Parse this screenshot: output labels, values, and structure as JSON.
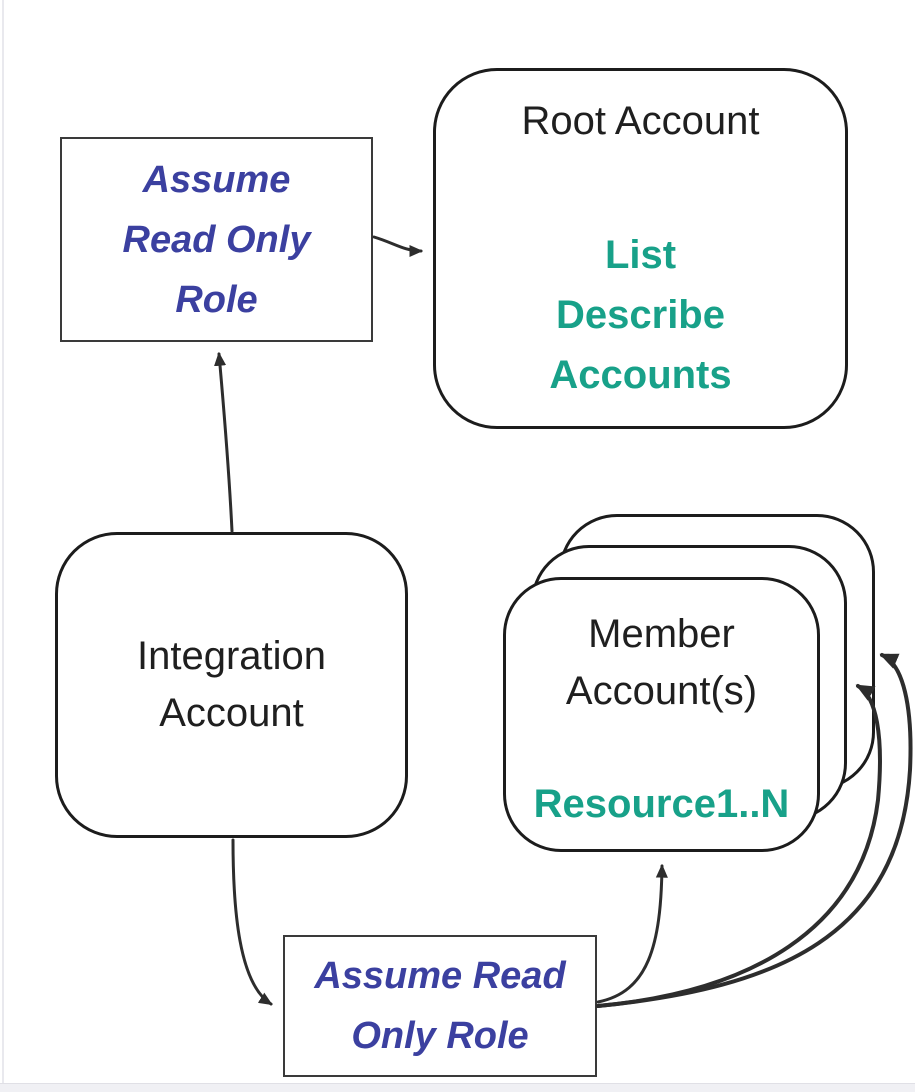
{
  "nodes": {
    "assume_role_top": {
      "line1": "Assume",
      "line2": "Read Only",
      "line3": "Role"
    },
    "root_account": {
      "title": "Root Account",
      "op1": "List",
      "op2": "Describe",
      "op3": "Accounts"
    },
    "integration_account": {
      "line1": "Integration",
      "line2": "Account"
    },
    "member_accounts": {
      "line1": "Member",
      "line2": "Account(s)",
      "resources": "Resource1..N"
    },
    "assume_role_bottom": {
      "line1": "Assume Read",
      "line2": "Only Role"
    }
  },
  "edges": [
    {
      "from": "assume-read-only-role-top",
      "to": "root-account"
    },
    {
      "from": "integration-account",
      "to": "assume-read-only-role-top"
    },
    {
      "from": "integration-account",
      "to": "assume-read-only-role-bottom"
    },
    {
      "from": "assume-read-only-role-bottom",
      "to": "member-account-front"
    },
    {
      "from": "assume-read-only-role-bottom",
      "to": "member-account-middle"
    },
    {
      "from": "assume-read-only-role-bottom",
      "to": "member-account-back"
    }
  ],
  "colors": {
    "accent_blue": "#3b40a0",
    "accent_green": "#18a189",
    "line_color": "#2d2d2d"
  }
}
